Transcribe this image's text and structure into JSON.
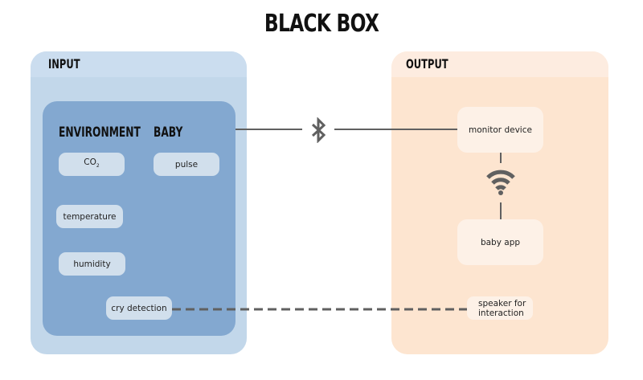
{
  "title": "BLACK BOX",
  "input": {
    "label": "INPUT",
    "environment": {
      "heading": "ENVIRONMENT",
      "items": [
        {
          "label": "CO",
          "subscript": "2"
        },
        {
          "label": "temperature"
        },
        {
          "label": "humidity"
        }
      ]
    },
    "baby": {
      "heading": "BABY",
      "items": [
        {
          "label": "pulse"
        }
      ]
    },
    "cry_detection": "cry detection"
  },
  "output": {
    "label": "OUTPUT",
    "monitor_device": "monitor device",
    "baby_app": "baby app",
    "speaker": "speaker for interaction"
  },
  "connections": [
    {
      "from": "input",
      "to": "monitor device",
      "style": "solid",
      "icon": "bluetooth-icon"
    },
    {
      "from": "monitor device",
      "to": "baby app",
      "style": "solid",
      "icon": "wifi-icon"
    },
    {
      "from": "cry detection",
      "to": "speaker for interaction",
      "style": "dashed"
    }
  ],
  "colors": {
    "input_outer": "#c2d7ea",
    "input_inner": "#83a8d0",
    "output": "#fde5d0",
    "connector": "#606060"
  }
}
